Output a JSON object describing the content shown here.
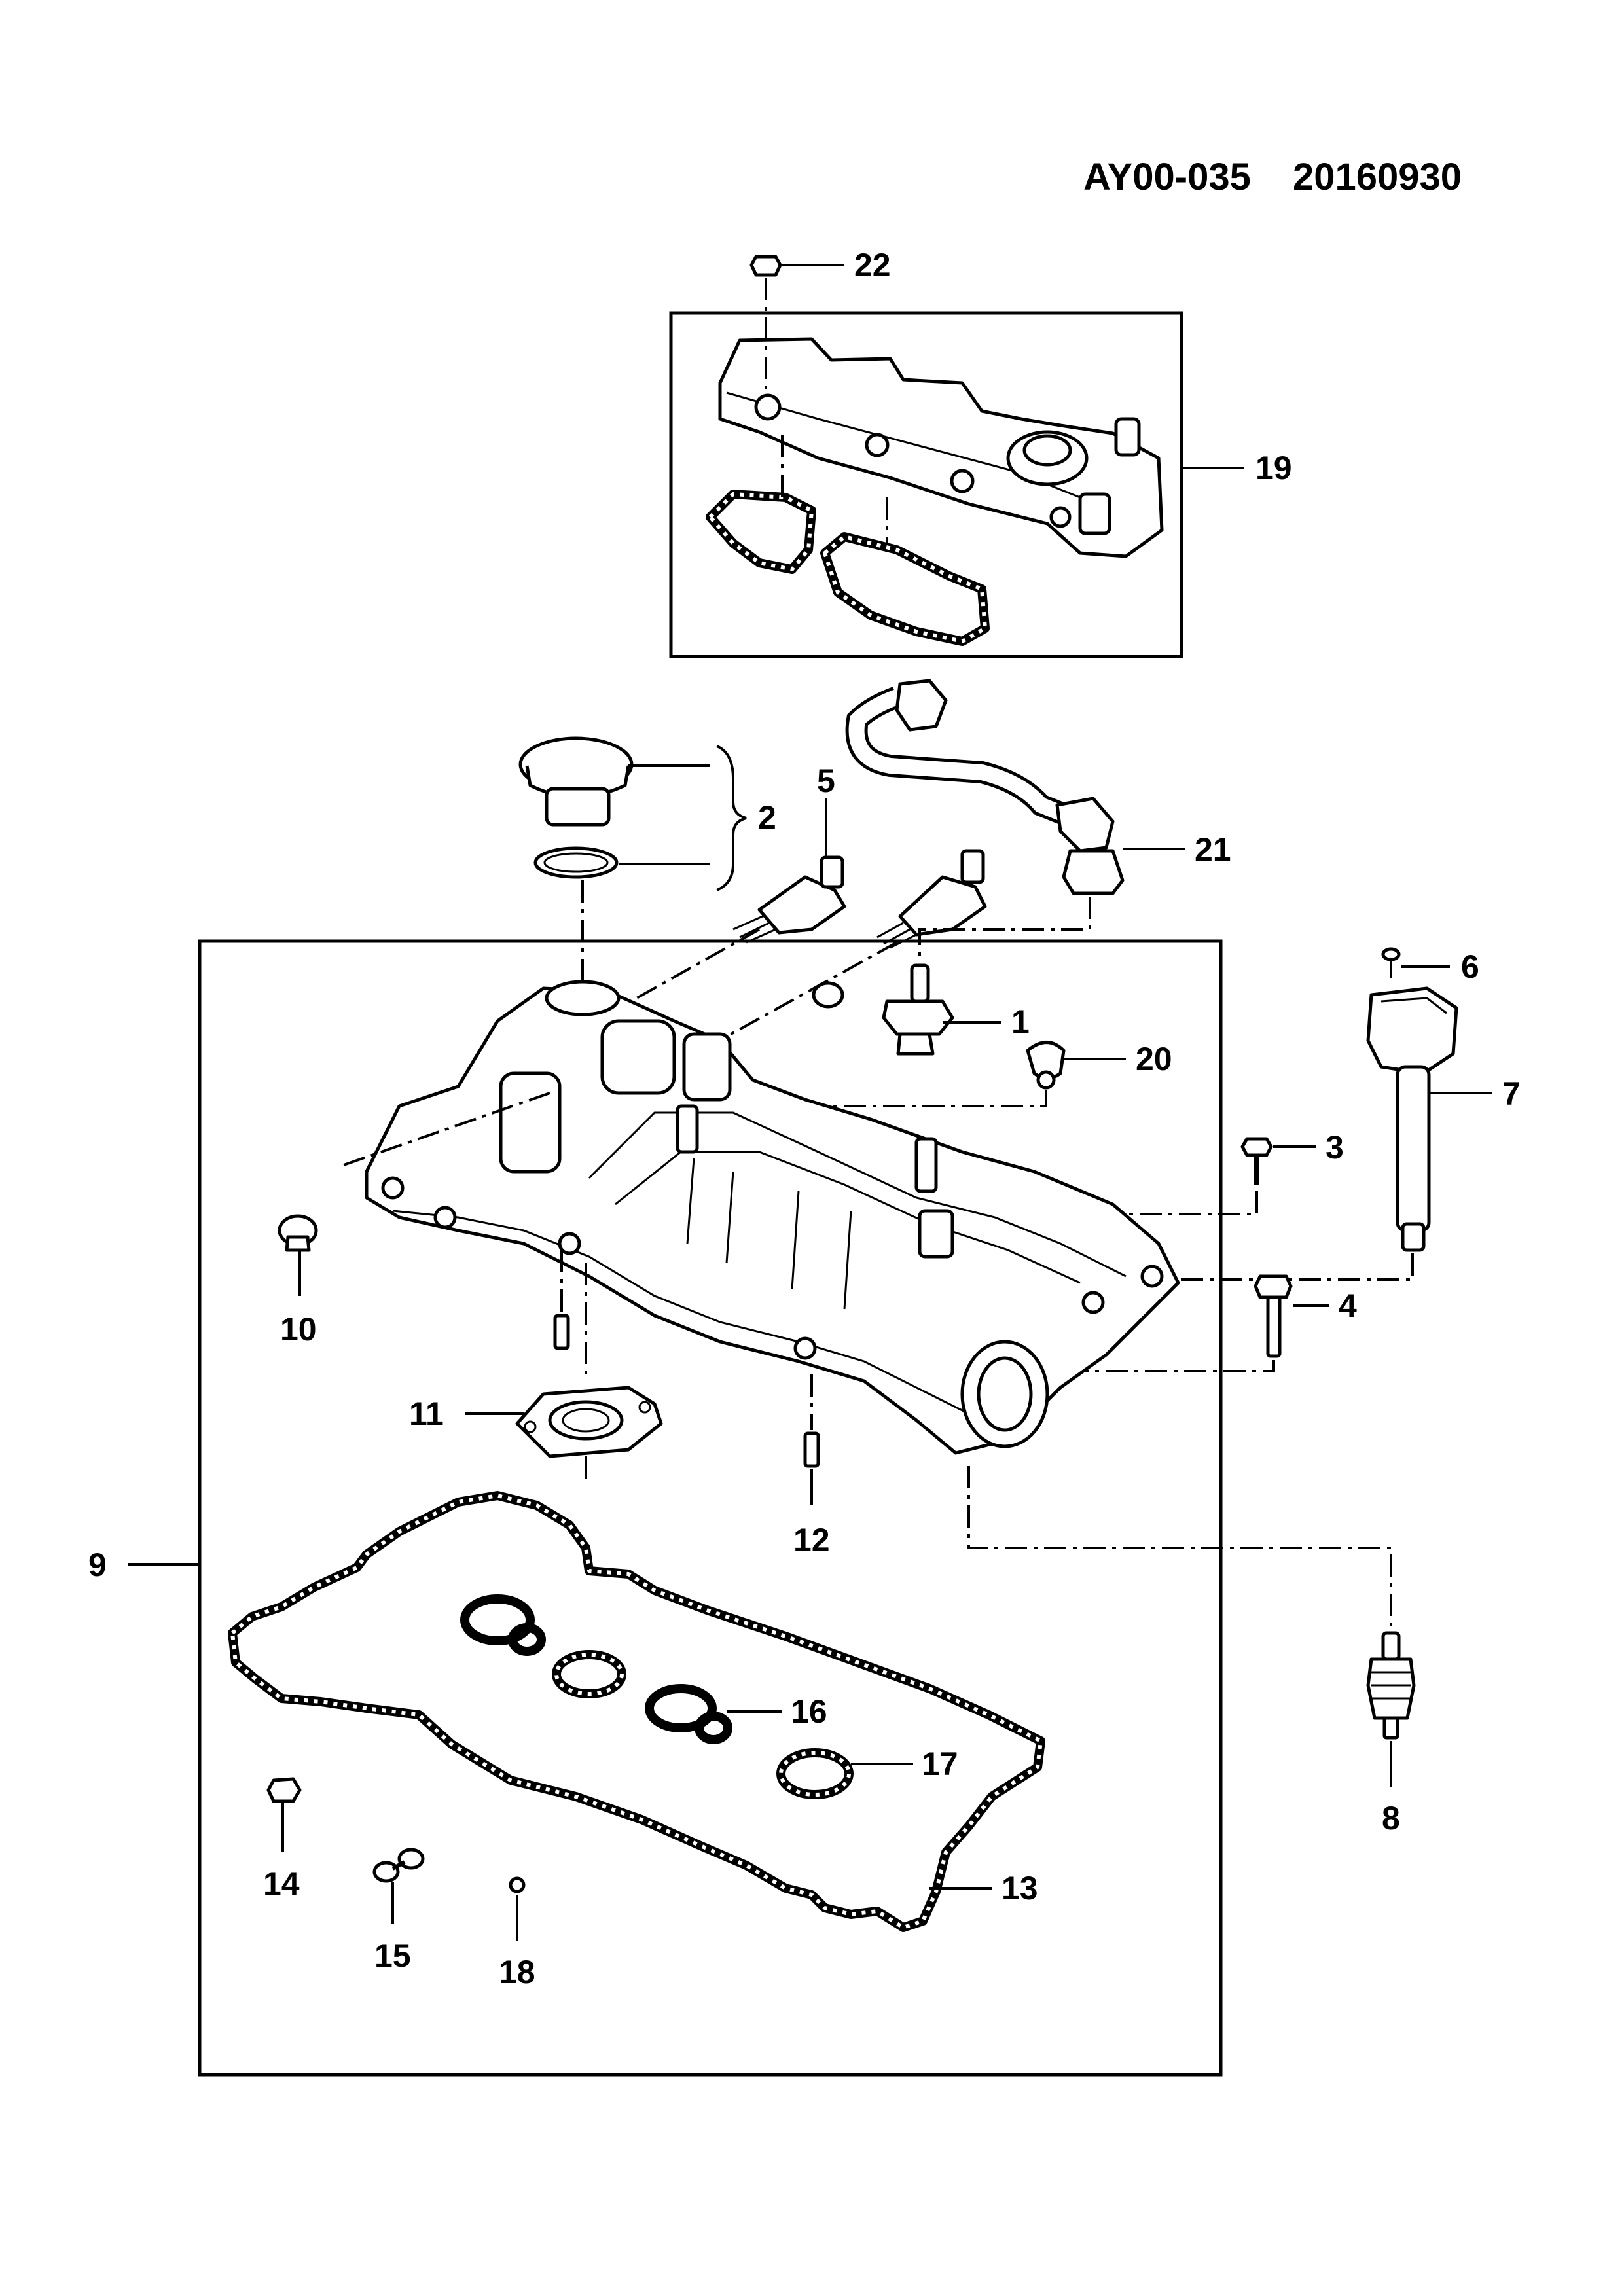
{
  "header": {
    "part_code": "AY00-035",
    "date_code": "20160930"
  },
  "callouts": {
    "c1": "1",
    "c2": "2",
    "c3": "3",
    "c4": "4",
    "c5": "5",
    "c6": "6",
    "c7": "7",
    "c8": "8",
    "c9": "9",
    "c10": "10",
    "c11": "11",
    "c12": "12",
    "c13": "13",
    "c14": "14",
    "c15": "15",
    "c16": "16",
    "c17": "17",
    "c18": "18",
    "c19": "19",
    "c20": "20",
    "c21": "21",
    "c22": "22"
  },
  "colors": {
    "line": "#000000",
    "background": "#ffffff"
  }
}
